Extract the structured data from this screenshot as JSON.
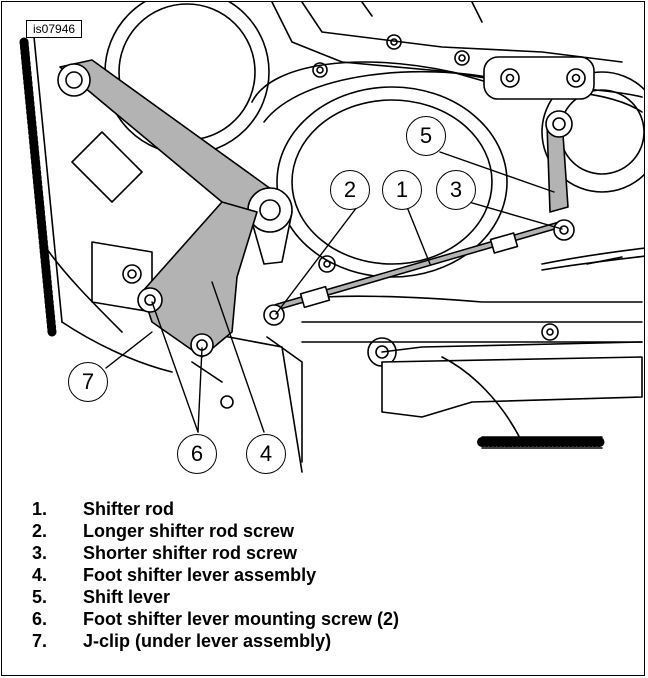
{
  "figure_id": "is07946",
  "callouts": [
    "5",
    "2",
    "1",
    "3",
    "7",
    "6",
    "4"
  ],
  "legend": [
    {
      "number": "1.",
      "text": "Shifter rod"
    },
    {
      "number": "2.",
      "text": "Longer shifter rod screw"
    },
    {
      "number": "3.",
      "text": "Shorter shifter rod screw"
    },
    {
      "number": "4.",
      "text": "Foot shifter lever assembly"
    },
    {
      "number": "5.",
      "text": "Shift lever"
    },
    {
      "number": "6.",
      "text": "Foot shifter lever mounting screw (2)"
    },
    {
      "number": "7.",
      "text": "J-clip (under lever assembly)"
    }
  ],
  "colors": {
    "lever_fill": "#b3b3b3",
    "line": "#000000",
    "background": "#ffffff"
  }
}
